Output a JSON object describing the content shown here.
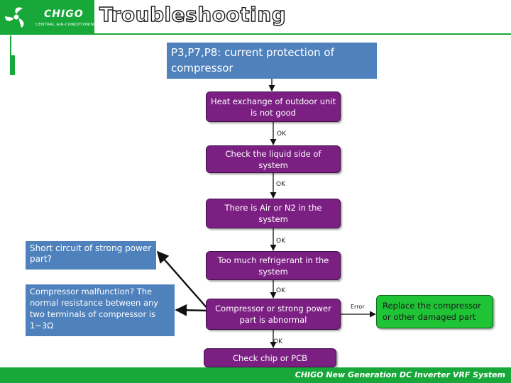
{
  "header": {
    "brand_name": "CHIGO",
    "brand_tagline": "CENTRAL AIR-CONDITIONING",
    "title": "Troubleshooting",
    "brand_color": "#18a83a"
  },
  "diagram": {
    "title": "P3,P7,P8: current protection of compressor",
    "steps": [
      "Heat exchange of outdoor unit is not good",
      "Check the liquid side of system",
      "There is Air or N2 in the system",
      "Too much refrigerant in the system",
      "Compressor or strong power part  is abnormal",
      "Check chip or PCB"
    ],
    "ok_labels": [
      "OK",
      "OK",
      "OK",
      "OK",
      "OK"
    ],
    "error_label": "Error",
    "error_result": "Replace the compressor or other damaged part",
    "side_notes": {
      "short_circuit": "Short circuit of strong power part?",
      "compressor": "Compressor malfunction? The normal resistance between any two terminals of compressor is 1~3Ω"
    },
    "colors": {
      "title_box": "#4f81bd",
      "step_box": "#7b2082",
      "result_box": "#1fc436"
    }
  },
  "footer": {
    "text": "CHIGO New Generation DC Inverter VRF System"
  }
}
